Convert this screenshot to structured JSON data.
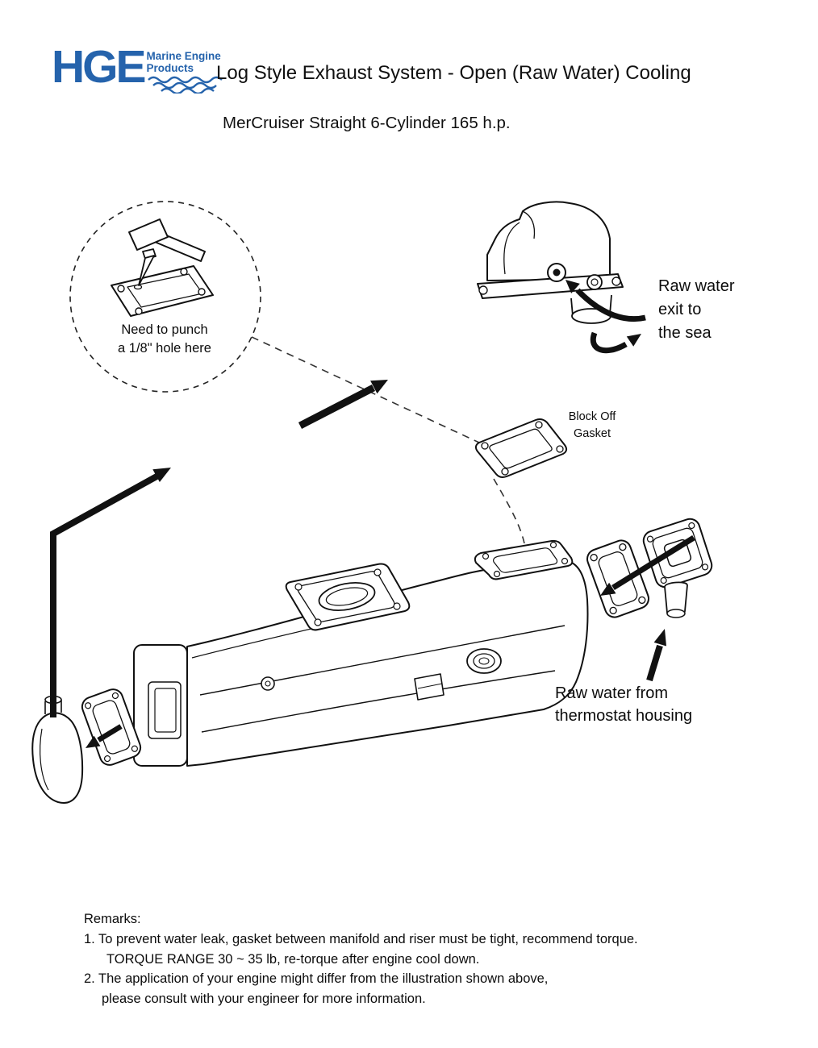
{
  "brand": {
    "blue": "#2563ac",
    "ink": "#111111"
  },
  "header": {
    "logo_text": "HGE",
    "logo_tagline1": "Marine Engine",
    "logo_tagline2": "Products",
    "title": "Log Style Exhaust System - Open (Raw Water) Cooling",
    "subtitle": "MerCruiser Straight 6-Cylinder 165 h.p."
  },
  "diagram": {
    "punch_note": [
      "Need to punch",
      "a 1/8\" hole here"
    ],
    "raw_water_exit": [
      "Raw water",
      "exit to",
      "the sea"
    ],
    "block_off_gasket": [
      "Block Off",
      "Gasket"
    ],
    "raw_water_from": [
      "Raw water from",
      "thermostat housing"
    ]
  },
  "remarks": {
    "heading": "Remarks:",
    "item1": "1.  To prevent water leak, gasket between manifold and riser must be tight, recommend torque.",
    "item1b": "TORQUE RANGE 30 ~ 35 lb, re-torque after engine cool down.",
    "item2": "2.  The application of your engine might differ from the illustration shown above,",
    "item2b": "please consult with your engineer for more information."
  }
}
